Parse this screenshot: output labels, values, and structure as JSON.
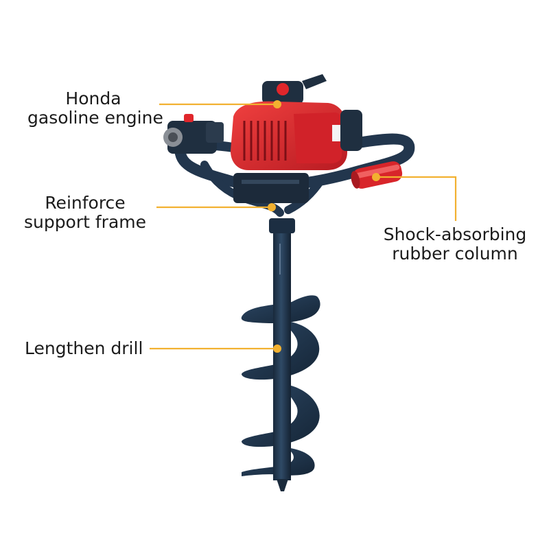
{
  "callouts": {
    "engine": {
      "lines": [
        "Honda",
        "gasoline engine"
      ]
    },
    "frame": {
      "lines": [
        "Reinforce",
        "support frame"
      ]
    },
    "rubber": {
      "lines": [
        "Shock-absorbing",
        "rubber column"
      ]
    },
    "drill": {
      "lines": [
        "Lengthen drill"
      ]
    }
  },
  "engine_badge": "",
  "colors": {
    "leader": "#f2b130",
    "dot": "#f2b130",
    "engine_red": "#e0262b",
    "frame_navy": "#22364d",
    "text": "#1b1b1b"
  }
}
